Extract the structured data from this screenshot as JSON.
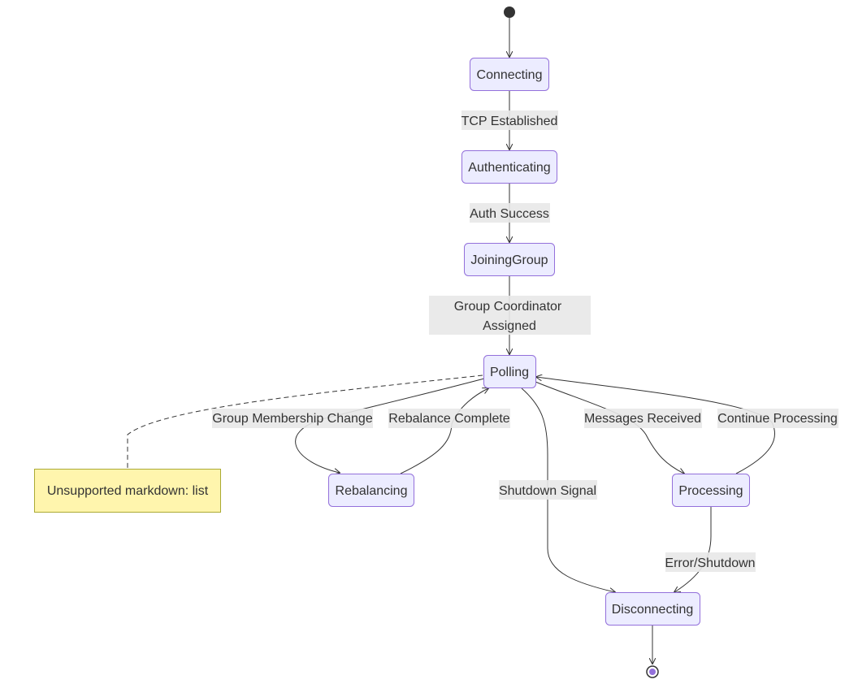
{
  "diagram": {
    "type": "state",
    "start": "start",
    "end": "end",
    "states": {
      "connecting": "Connecting",
      "authenticating": "Authenticating",
      "joining_group": "JoiningGroup",
      "polling": "Polling",
      "rebalancing": "Rebalancing",
      "processing": "Processing",
      "disconnecting": "Disconnecting"
    },
    "note": {
      "text": "Unsupported markdown: list",
      "attached_to": "polling"
    },
    "transitions": {
      "start_to_connecting": {
        "from": "start",
        "to": "connecting",
        "label": ""
      },
      "tcp_established": {
        "from": "connecting",
        "to": "authenticating",
        "label": "TCP Established"
      },
      "auth_success": {
        "from": "authenticating",
        "to": "joining_group",
        "label": "Auth Success"
      },
      "group_coordinator_line1": {
        "from": "joining_group",
        "to": "polling",
        "label": "Group Coordinator"
      },
      "group_coordinator_line2": {
        "label": "Assigned"
      },
      "group_membership_change": {
        "from": "polling",
        "to": "rebalancing",
        "label": "Group Membership Change"
      },
      "rebalance_complete": {
        "from": "rebalancing",
        "to": "polling",
        "label": "Rebalance Complete"
      },
      "shutdown_signal": {
        "from": "polling",
        "to": "disconnecting",
        "label": "Shutdown Signal"
      },
      "messages_received": {
        "from": "polling",
        "to": "processing",
        "label": "Messages Received"
      },
      "continue_processing": {
        "from": "processing",
        "to": "polling",
        "label": "Continue Processing"
      },
      "error_shutdown": {
        "from": "processing",
        "to": "disconnecting",
        "label": "Error/Shutdown"
      },
      "disconnecting_to_end": {
        "from": "disconnecting",
        "to": "end",
        "label": ""
      }
    },
    "colors": {
      "state_fill": "#ECECFF",
      "state_stroke": "#9370DB",
      "note_fill": "#FFF5AD",
      "note_stroke": "#AAAA33",
      "edge": "#333333",
      "label_bg": "#e8e8e8",
      "text": "#333333",
      "end_inner": "#9370DB"
    }
  }
}
